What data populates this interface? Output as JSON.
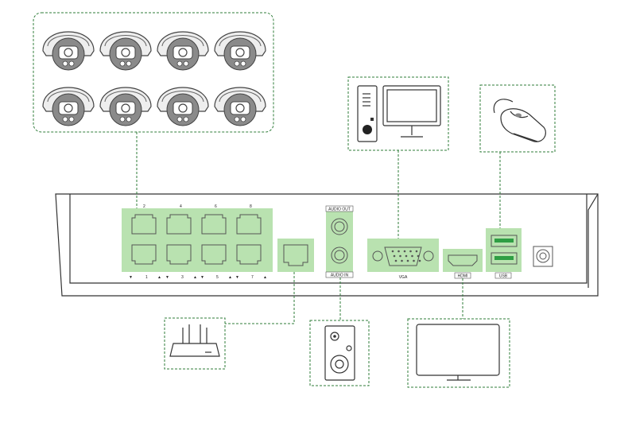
{
  "nvr": {
    "poe_top_numbers": [
      "2",
      "4",
      "6",
      "8"
    ],
    "poe_bottom_marks": [
      "▼",
      "1",
      "▲",
      "▼",
      "3",
      "▲",
      "▼",
      "5",
      "▲",
      "▼",
      "7",
      "▲"
    ],
    "audio_out_label": "AUDIO OUT",
    "audio_in_label": "AUDIO IN",
    "vga_label": "VGA",
    "hdmi_label": "HDMI",
    "usb_label": "USB"
  },
  "devices": {
    "cameras": {
      "count": 8,
      "icon": "dome-camera-icon"
    },
    "computer": {
      "icon": "desktop-computer-icon"
    },
    "mouse": {
      "icon": "mouse-icon"
    },
    "router": {
      "icon": "router-icon"
    },
    "speaker": {
      "icon": "speaker-icon"
    },
    "monitor": {
      "icon": "monitor-icon"
    }
  },
  "colors": {
    "highlight": "#b9e2b0",
    "connector": "#2f7d3a",
    "outline": "#333333"
  }
}
